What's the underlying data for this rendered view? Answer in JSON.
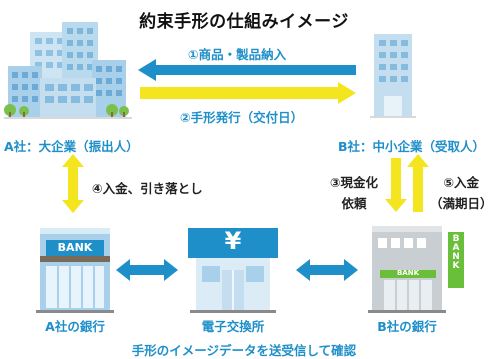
{
  "title": "約束手形の仕組みイメージ",
  "company_a": "A社：大企業（振出人）",
  "company_b": "B社：中小企業（受取人）",
  "arrow_goods": "①商品・製品納入",
  "arrow_issue": "②手形発行（交付日）",
  "step_cash_in_a": "④入金、引き落とし",
  "step_collection_line1": "③現金化",
  "step_collection_line2": "依頼",
  "step_cash_in_b_line1": "⑤入金",
  "step_cash_in_b_line2": "（満期日）",
  "bank_a_label": "A社の銀行",
  "exchange_label": "電子交換所",
  "bank_b_label": "B社の銀行",
  "bank_sign_a": "BANK",
  "bank_sign_b_vertical": "BANK",
  "bank_sign_b_small": "BANK",
  "exchange_sign": "¥",
  "footer": "手形のイメージデータを送受信して確認",
  "colors": {
    "accent_blue": "#1f8fc9",
    "arrow_yellow": "#f5e51e",
    "building_blue": "#b9d9ec"
  }
}
